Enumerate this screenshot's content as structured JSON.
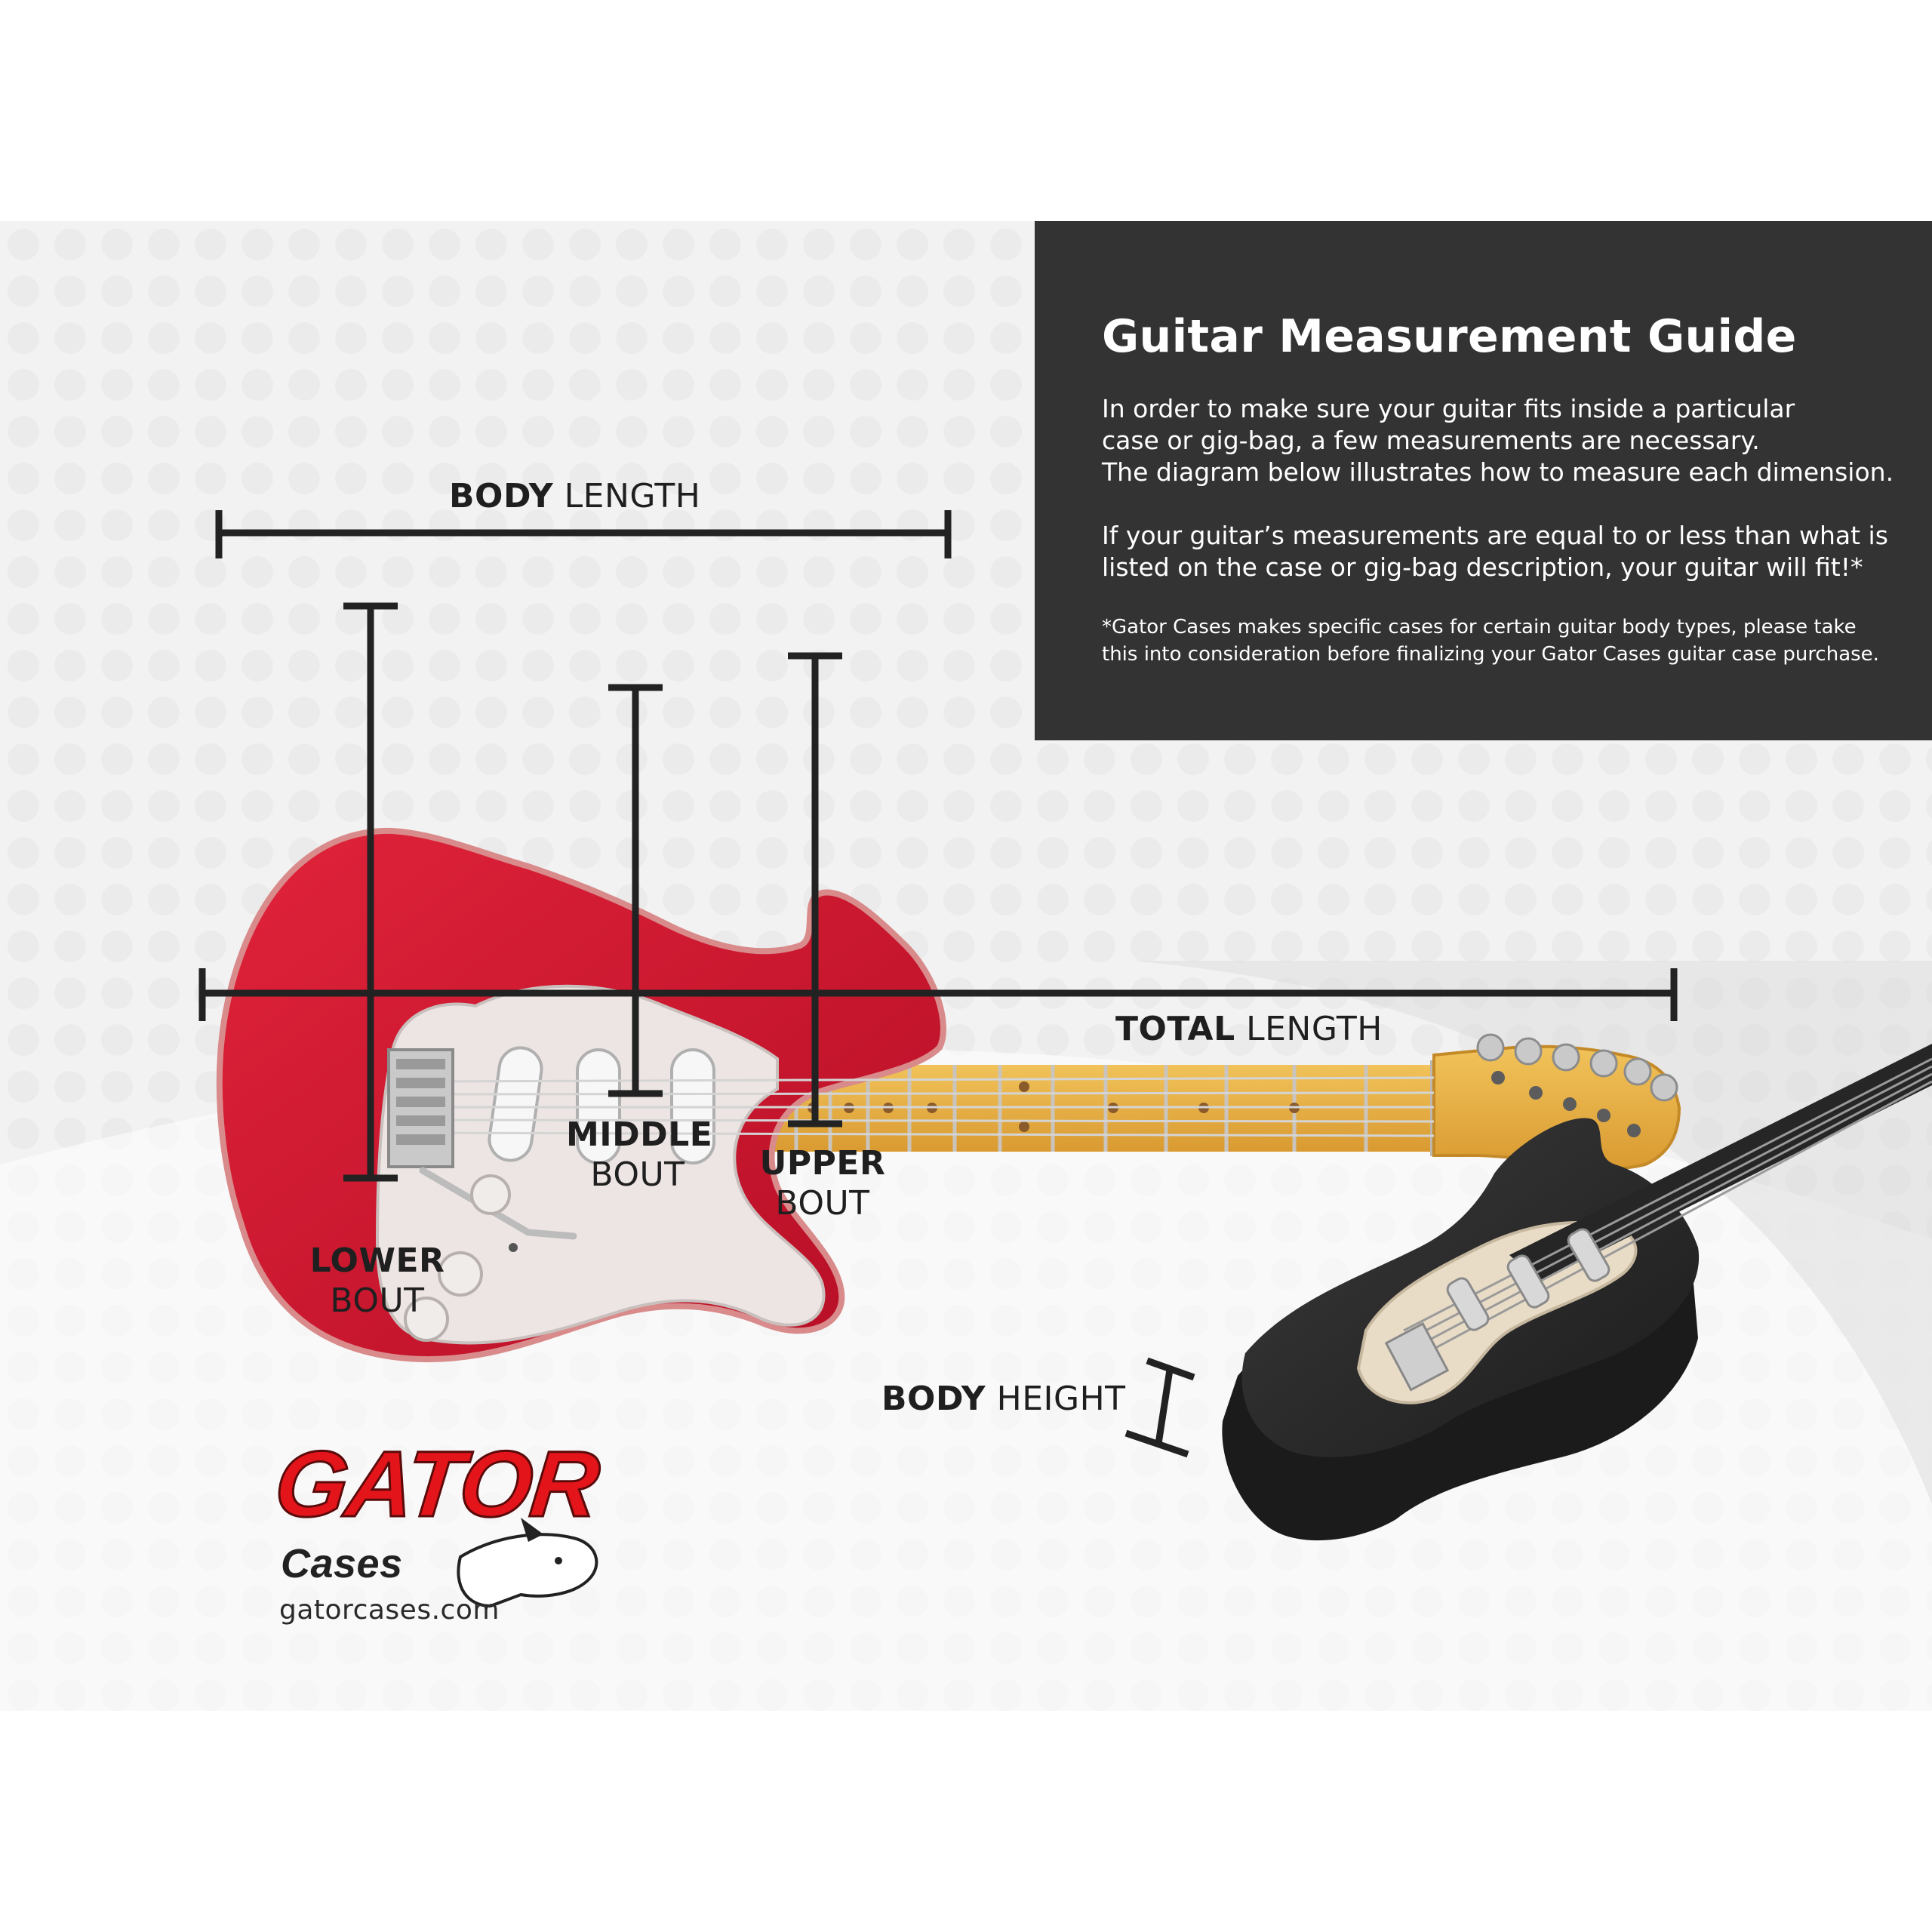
{
  "guide": {
    "title": "Guitar Measurement Guide",
    "intro_lines": [
      "In order to make sure your guitar fits inside a particular",
      "case or gig-bag, a few measurements are necessary.",
      "The diagram below illustrates how to measure each dimension."
    ],
    "fit_lines": [
      "If your guitar’s measurements are equal to or less than what is",
      "listed on the case or gig-bag description, your guitar will fit!*"
    ],
    "note_lines": [
      "*Gator Cases makes specific cases for certain guitar body types, please take",
      "this into consideration before finalizing your Gator Cases guitar case purchase."
    ]
  },
  "labels": {
    "body_length": {
      "bold": "BODY",
      "normal": "LENGTH"
    },
    "total_length": {
      "bold": "TOTAL",
      "normal": "LENGTH"
    },
    "middle_bout": {
      "bold": "MIDDLE",
      "normal": "BOUT"
    },
    "upper_bout": {
      "bold": "UPPER",
      "normal": "BOUT"
    },
    "lower_bout": {
      "bold": "LOWER",
      "normal": "BOUT"
    },
    "body_height": {
      "bold": "BODY",
      "normal": "HEIGHT"
    }
  },
  "brand": {
    "logo_word": "GATOR",
    "logo_sub": "Cases",
    "website": "gatorcases.com"
  },
  "colors": {
    "panel_dark": "#333333",
    "guitar_red": "#c8102e",
    "neck_maple": "#e8b347",
    "pickguard": "#ece4e2",
    "black_guitar": "#2a2a2a",
    "logo_red": "#e3151b"
  }
}
